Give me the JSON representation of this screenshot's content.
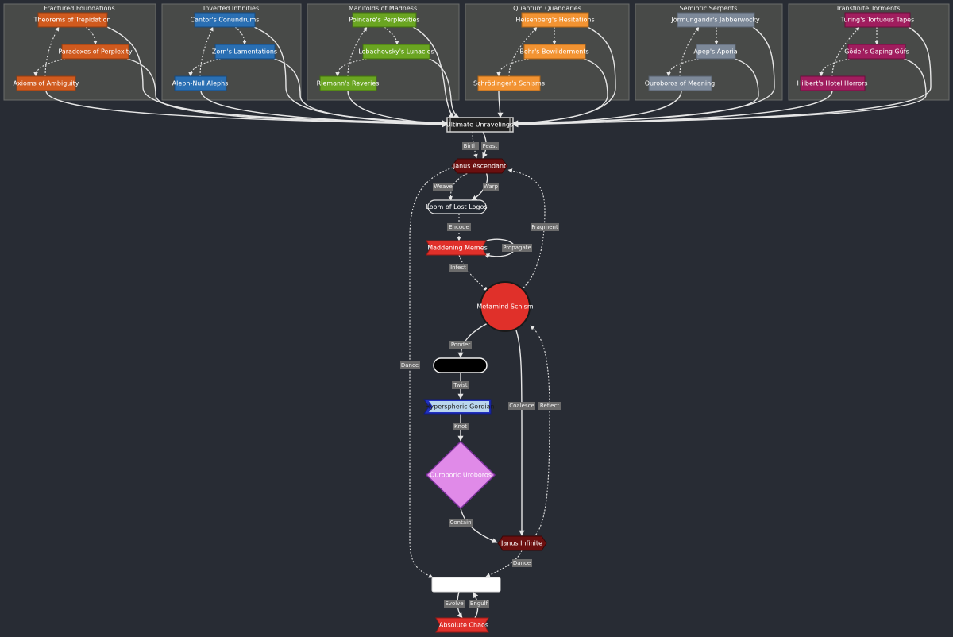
{
  "colors": {
    "background": "#282c34",
    "orange": "#d05a1e",
    "blue": "#2a6fb3",
    "green": "#6aa521",
    "amber": "#f29332",
    "slate": "#7d8999",
    "magenta": "#a01d5e",
    "dark_red": "#6b0f0f",
    "bright_red": "#e0302a",
    "violet": "#e08ae8"
  },
  "clusters": [
    {
      "title": "Fractured Foundations",
      "nodes": [
        "Theorems of Trepidation",
        "Paradoxes of Perplexity",
        "Axioms of Ambiguity"
      ]
    },
    {
      "title": "Inverted Infinities",
      "nodes": [
        "Cantor's Conundrums",
        "Zorn's Lamentations",
        "Aleph-Null Alephs"
      ]
    },
    {
      "title": "Manifolds of Madness",
      "nodes": [
        "Poincaré's Perplexities",
        "Lobachevsky's Lunacies",
        "Riemann's Reveries"
      ]
    },
    {
      "title": "Quantum Quandaries",
      "nodes": [
        "Heisenberg's Hesitations",
        "Bohr's Bewilderments",
        "Schrödinger's Schisms"
      ]
    },
    {
      "title": "Semiotic Serpents",
      "nodes": [
        "Jörmungandr's Jabberwocky",
        "Apep's Aporia",
        "Ouroboros of Meaning"
      ]
    },
    {
      "title": "Transfinite Torments",
      "nodes": [
        "Turing's Tortuous Tapes",
        "Gödel's Gaping Gūfs",
        "Hilbert's Hotel Horrors"
      ]
    }
  ],
  "nodes": {
    "ultimate": "Ultimate Unravelings",
    "janus_ascendant": "Janus Ascendant",
    "loom": "Loom of Lost Logos",
    "memes": "Maddening Memes",
    "metamind": "Metamind Schism",
    "blank_black": "",
    "gordian": "Hyperspheric Gordian",
    "uroboros": "Ouroboric Uroboros",
    "janus_infinite": "Janus Infinite",
    "blank_white": "",
    "chaos": "Absolute Chaos"
  },
  "edge_labels": {
    "birth": "Birth",
    "feast": "Feast",
    "weave": "Weave",
    "warp": "Warp",
    "encode": "Encode",
    "propagate": "Propagate",
    "infect": "Infect",
    "fragment": "Fragment",
    "ponder": "Ponder",
    "dance_left": "Dance",
    "twist": "Twist",
    "knot": "Knot",
    "coalesce": "Coalesce",
    "reflect": "Reflect",
    "contain": "Contain",
    "dance": "Dance",
    "evolve": "Evolve",
    "engulf": "Engulf"
  }
}
